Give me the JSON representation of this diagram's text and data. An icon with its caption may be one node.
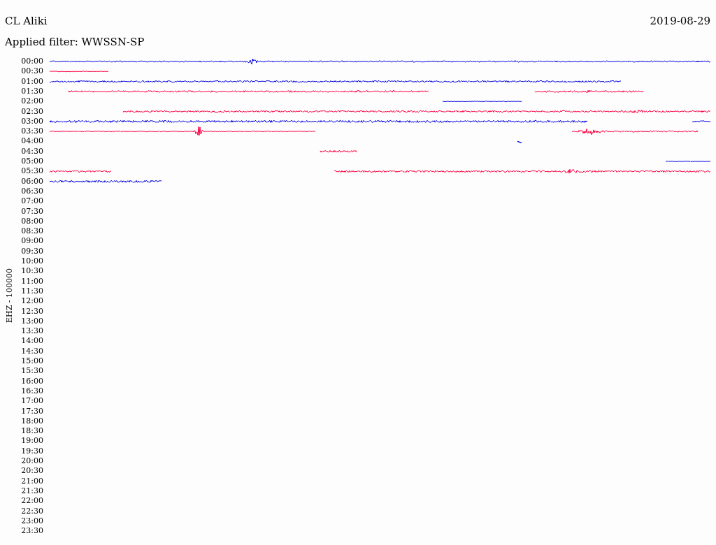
{
  "diagram": {
    "title": "CL Aliki",
    "labels": [
      "2019-08-29",
      "Applied filter: WWSSN-SP",
      "EHZ - 100000",
      "00:00",
      "00:30",
      "01:00",
      "01:30",
      "02:00",
      "02:30",
      "03:00",
      "03:30",
      "04:00",
      "04:30",
      "05:00",
      "05:30",
      "06:00",
      "06:30",
      "07:00",
      "07:30",
      "08:00",
      "08:30",
      "09:00",
      "09:30",
      "10:00",
      "10:30",
      "11:00",
      "11:30",
      "12:00",
      "12:30",
      "13:00",
      "13:30",
      "14:00",
      "14:30",
      "15:00",
      "15:30",
      "16:00",
      "16:30",
      "17:00",
      "17:30",
      "18:00",
      "18:30",
      "19:00",
      "19:30",
      "20:00",
      "20:30",
      "21:00",
      "21:30",
      "22:00",
      "22:30",
      "23:00",
      "23:30"
    ]
  }
}
